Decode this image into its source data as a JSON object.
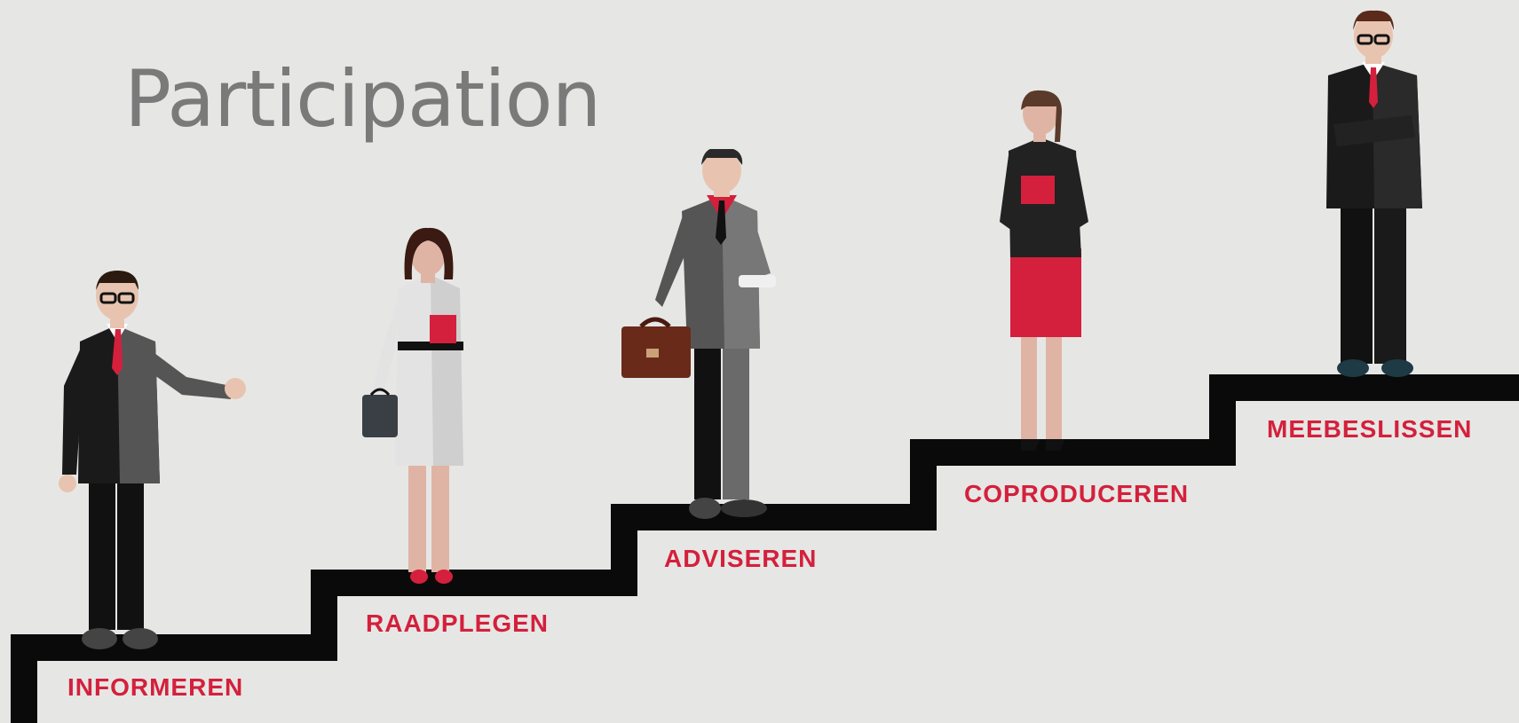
{
  "title": "Participation",
  "steps": [
    {
      "label": "INFORMEREN"
    },
    {
      "label": "RAADPLEGEN"
    },
    {
      "label": "ADVISEREN"
    },
    {
      "label": "COPRODUCEREN"
    },
    {
      "label": "MEEBESLISSEN"
    }
  ],
  "colors": {
    "background": "#e6e7e5",
    "stairs": "#0a0a0a",
    "label": "#d4203c",
    "title": "#7a7a7a",
    "accent_red": "#d4203c"
  }
}
